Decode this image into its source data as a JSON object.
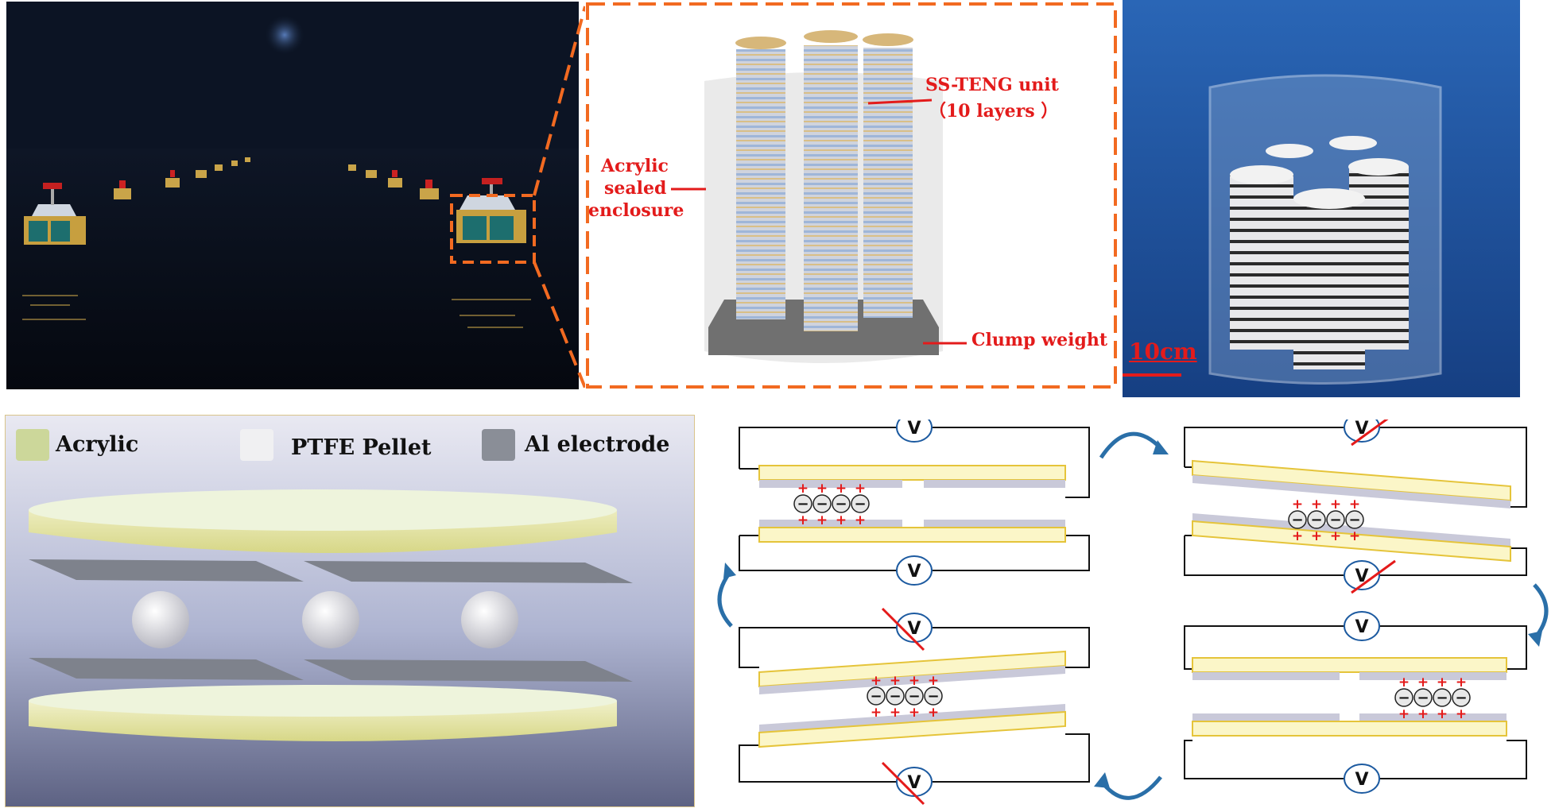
{
  "panels": {
    "render": {
      "label_unit": "SS-TENG unit",
      "label_unit_layers": "（10 layers ）",
      "label_enclosure_1": "Acrylic",
      "label_enclosure_2": "sealed",
      "label_enclosure_3": "enclosure",
      "label_weight": "Clump weight"
    },
    "photo": {
      "scale_bar": "10cm"
    },
    "layers": {
      "legend": [
        {
          "name": "Acrylic",
          "color": "#ccd79a"
        },
        {
          "name": "PTFE Pellet",
          "color": "#f0f0f2"
        },
        {
          "name": "Al electrode",
          "color": "#8a8e97"
        }
      ]
    },
    "cycle": {
      "voltmeter_label": "V",
      "charge_minus": "−",
      "charge_plus": "+",
      "colors": {
        "plate": "#fbf6c8",
        "plate_edge": "#e5c43a",
        "electrode": "#c9c9d9",
        "charge": "#e41a1a",
        "arrow": "#2a6fa8"
      }
    }
  }
}
